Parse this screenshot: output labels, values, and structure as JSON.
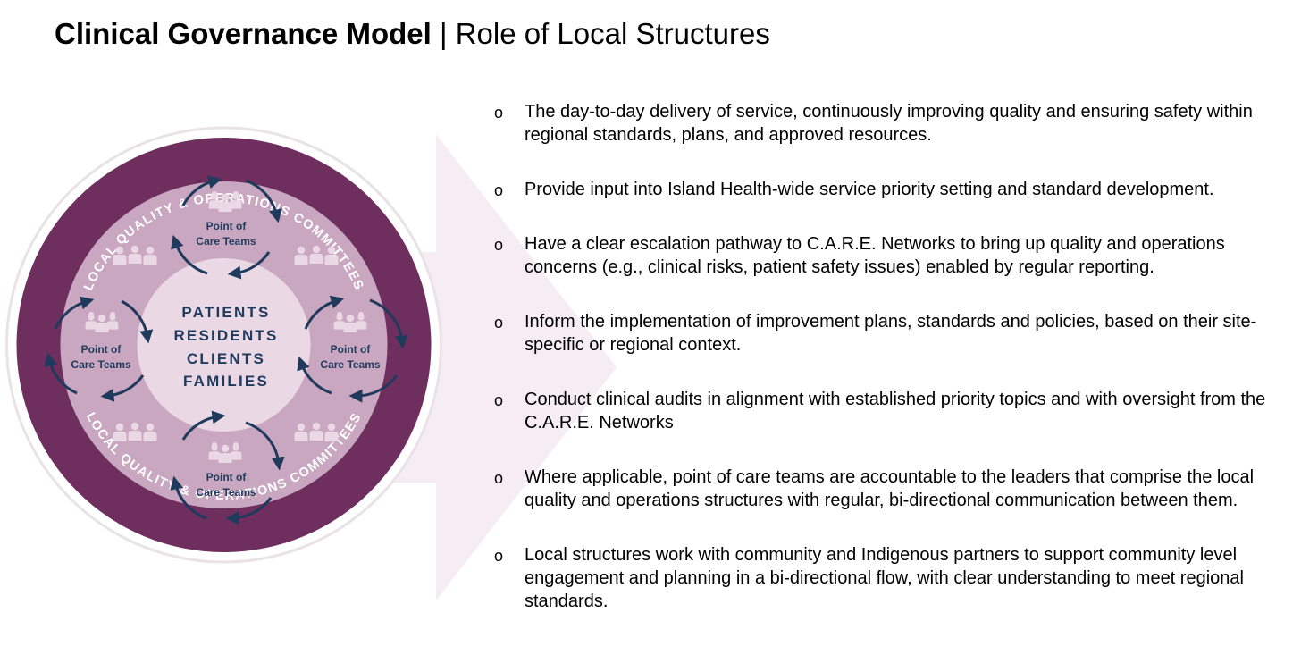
{
  "header": {
    "title_bold": "Clinical Governance Model",
    "title_separator": " | ",
    "title_rest": "Role of Local Structures"
  },
  "diagram": {
    "ring_label_top": "LOCAL QUALITY & OPERATIONS COMMITTEES",
    "ring_label_bottom": "LOCAL QUALITY & OPERATIONS COMMITTEES",
    "center_lines": [
      "PATIENTS",
      "RESIDENTS",
      "CLIENTS",
      "FAMILIES"
    ],
    "team_label_line1": "Point of",
    "team_label_line2": "Care Teams",
    "colors": {
      "outer_ring": "#6e2f5f",
      "middle_ring": "#c9a7c0",
      "inner_circle": "#ead9e5",
      "arrows": "#1f3a5c",
      "people_icons": "#ead9e5",
      "background_arrow": "#f5edf1"
    }
  },
  "bullets": {
    "marker": "o",
    "items": [
      "The day-to-day delivery of service, continuously improving quality and ensuring safety within regional standards, plans, and approved resources.",
      "Provide input into Island Health-wide service priority setting and standard development.",
      "Have a clear escalation pathway to C.A.R.E. Networks to bring up quality and operations concerns (e.g., clinical risks, patient safety issues) enabled by regular reporting.",
      "Inform the implementation of improvement plans, standards and policies, based on their site-specific or regional context.",
      "Conduct clinical audits in alignment with established priority topics and with oversight from the C.A.R.E. Networks",
      "Where applicable, point of care teams are accountable to the leaders that comprise the local quality and operations structures with regular, bi-directional communication between them.",
      "Local structures work with community and Indigenous partners to support community level engagement and planning in a bi-directional flow, with clear understanding to meet regional standards."
    ]
  }
}
